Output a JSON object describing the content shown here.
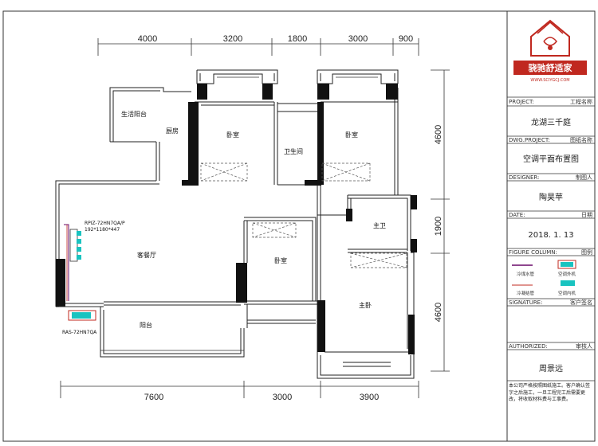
{
  "dimensions": {
    "top": [
      "4000",
      "3200",
      "1800",
      "3000",
      "900"
    ],
    "bottom": [
      "7600",
      "3000",
      "3900"
    ],
    "right": [
      "4600",
      "1900",
      "4600"
    ]
  },
  "rooms": {
    "utility_balcony": "生活阳台",
    "kitchen": "厨房",
    "bedroom_top": "卧室",
    "bathroom": "卫生间",
    "bedroom_right": "卧室",
    "living_dining": "客餐厅",
    "bedroom_mid": "卧室",
    "master_bath": "主卫",
    "master_bedroom": "主卧",
    "balcony": "阳台"
  },
  "units": {
    "indoor_model": "RPIZ-72HN7QA/P",
    "indoor_size": "192*1180*447",
    "outdoor_model": "RAS-72HN7QA"
  },
  "title_block": {
    "logo_text": "骁驰舒适家",
    "logo_url": "WWW.SCIYGCJ.COM",
    "project_label": "PROJECT:",
    "project_label_cn": "工程名称",
    "project_value": "龙湖三千庭",
    "dwg_label": "DWG.PROJECT:",
    "dwg_label_cn": "图纸名称",
    "dwg_value": "空调平面布置图",
    "designer_label": "DESIGNER:",
    "designer_label_cn": "制图人",
    "designer_value": "陶昊苹",
    "date_label": "DATE:",
    "date_label_cn": "日期",
    "date_value": "2018. 1. 13",
    "figure_label": "FIGURE COLUMN:",
    "figure_label_cn": "图例",
    "legend": [
      "冷煤水管",
      "空调外机",
      "冷凝结管",
      "空调内机"
    ],
    "signature_label": "SIGNATURE:",
    "signature_label_cn": "客户签名",
    "authorized_label": "AUTHORIZED:",
    "authorized_label_cn": "审核人",
    "authorized_value": "周景远",
    "note": "本公司严格按照图纸施工。客户确认签字之后施工，一旦工程完工后需要更改，将收取材料费与工事费。"
  }
}
